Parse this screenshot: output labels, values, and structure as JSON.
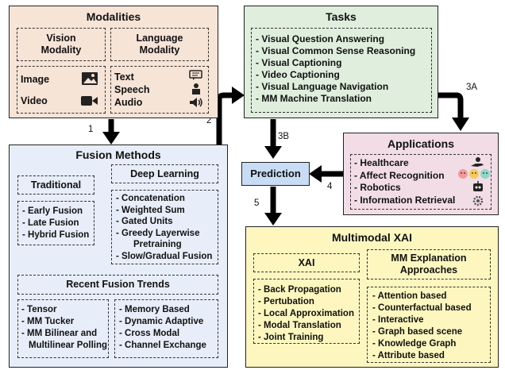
{
  "modalities": {
    "title": "Modalities",
    "vision_header": "Vision\nModality",
    "language_header": "Language\nModality",
    "vision_items": [
      "Image",
      "Video"
    ],
    "language_items": [
      "Text",
      "Speech",
      "Audio"
    ],
    "fill": "#f6e4d7"
  },
  "tasks": {
    "title": "Tasks",
    "items": [
      "- Visual Question Answering",
      "- Visual Common Sense Reasoning",
      "- Visual Captioning",
      "- Video Captioning",
      "- Visual Language Navigation",
      "- MM Machine Translation"
    ],
    "fill": "#dfeedd"
  },
  "fusion": {
    "title": "Fusion Methods",
    "traditional_header": "Traditional",
    "traditional_items": [
      "- Early Fusion",
      "- Late Fusion",
      "- Hybrid Fusion"
    ],
    "deep_header": "Deep Learning",
    "deep_items": [
      "- Concatenation",
      "- Weighted Sum",
      "- Gated Units",
      "- Greedy Layerwise",
      "Pretraining",
      "- Slow/Gradual Fusion"
    ],
    "trends_header": "Recent Fusion Trends",
    "trends_left": [
      "- Tensor",
      "- MM Tucker",
      "- MM Bilinear and",
      "Multilinear Polling"
    ],
    "trends_right": [
      "- Memory Based",
      "- Dynamic Adaptive",
      "- Cross Modal",
      "- Channel Exchange"
    ],
    "fill": "#e7eef9"
  },
  "applications": {
    "title": "Applications",
    "items": [
      "- Healthcare",
      "- Affect Recognition",
      "- Robotics",
      "- Information Retrieval"
    ],
    "fill": "#f2dde6"
  },
  "prediction": {
    "label": "Prediction",
    "fill": "#c9dcf5"
  },
  "xai": {
    "title": "Multimodal XAI",
    "xai_header": "XAI",
    "xai_items": [
      "- Back Propagation",
      "- Pertubation",
      "- Local Approximation",
      "- Modal Translation",
      "- Joint Training"
    ],
    "mm_header": "MM Explanation\nApproaches",
    "mm_items": [
      "- Attention based",
      "- Counterfactual based",
      "- Interactive",
      "- Graph based scene",
      "- Knowledge Graph",
      "- Attribute based"
    ],
    "fill": "#fdf7bf"
  },
  "arrow_labels": [
    "1",
    "2",
    "3A",
    "3B",
    "4",
    "5"
  ],
  "icons": [
    "image-icon",
    "video-camera-icon",
    "text-bubble-icon",
    "speaker-person-icon",
    "audio-speaker-icon",
    "healthcare-hand-icon",
    "emoji-faces-icon",
    "robot-icon",
    "gear-icon"
  ]
}
